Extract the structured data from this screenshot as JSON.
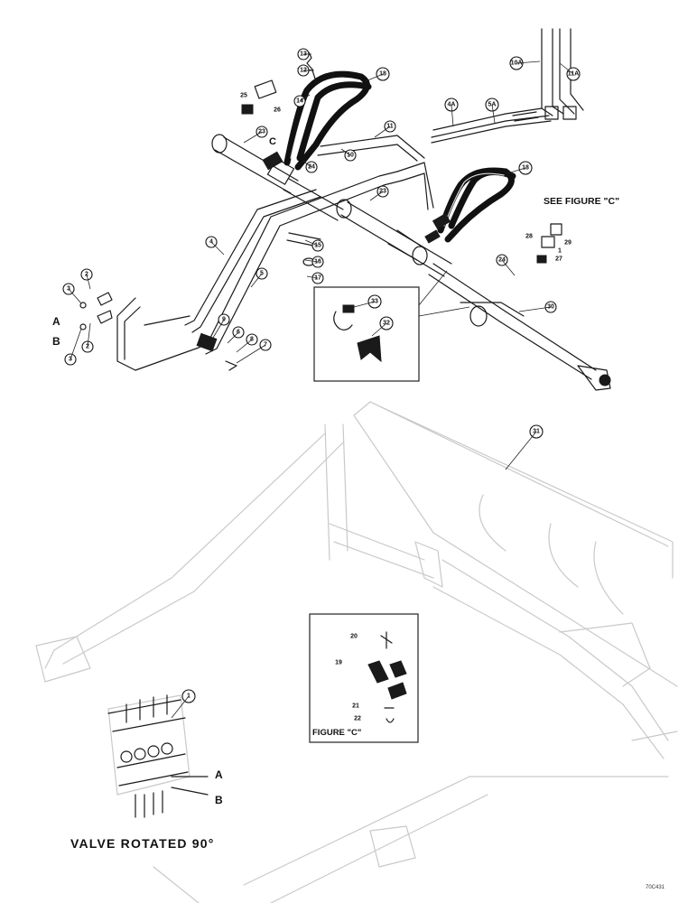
{
  "title": "VALVE ROTATED 90°",
  "figure_c_label": "FIGURE \"C\"",
  "see_figure_label": "SEE FIGURE \"C\"",
  "port_labels": {
    "a": "A",
    "b": "B",
    "c": "C"
  },
  "valve_port_labels": {
    "a": "A",
    "b": "B"
  },
  "drawing_number": "70C431",
  "callouts": {
    "c13": "13",
    "c12": "12",
    "c14": "14",
    "c18a": "18",
    "c25": "25",
    "c26": "26",
    "c23a": "23",
    "c11": "11",
    "c10": "10",
    "c24a": "24",
    "c10a": "10A",
    "c11a": "11A",
    "c4a": "4A",
    "c5a": "5A",
    "c18b": "18",
    "c23b": "23",
    "c4": "4",
    "c5": "5",
    "c15": "15",
    "c16": "16",
    "c17": "17",
    "c28": "28",
    "c29": "29",
    "c1b": "1",
    "c27": "27",
    "c24b": "24",
    "c30": "30",
    "c33": "33",
    "c32": "32",
    "c3a": "3",
    "c2a": "2",
    "c2b": "2",
    "c3b": "3",
    "c9": "9",
    "c6": "6",
    "c8": "8",
    "c7": "7",
    "c31": "31",
    "c20": "20",
    "c19": "19",
    "c21": "21",
    "c22": "22",
    "c1v": "1"
  }
}
